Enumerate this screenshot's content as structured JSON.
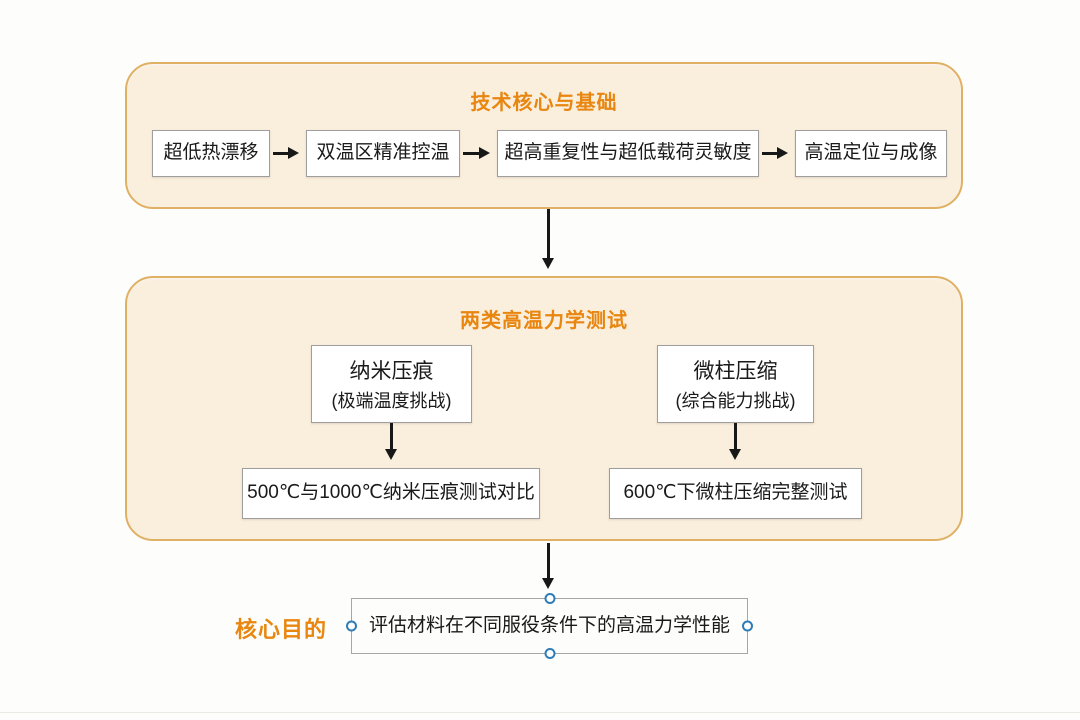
{
  "panel1": {
    "title": "技术核心与基础",
    "steps": [
      "超低热漂移",
      "双温区精准控温",
      "超高重复性与超低载荷灵敏度",
      "高温定位与成像"
    ]
  },
  "panel2": {
    "title": "两类高温力学测试",
    "branches": [
      {
        "title": "纳米压痕",
        "subtitle": "(极端温度挑战)",
        "result": "500℃与1000℃纳米压痕测试对比"
      },
      {
        "title": "微柱压缩",
        "subtitle": "(综合能力挑战)",
        "result": "600℃下微柱压缩完整测试"
      }
    ]
  },
  "footer": {
    "label": "核心目的",
    "goal": "评估材料在不同服役条件下的高温力学性能"
  },
  "colors": {
    "panel_background": "#faeedd",
    "panel_border": "#e0b164",
    "accent_orange": "#e8860f",
    "node_border": "#9e9e9e",
    "arrow": "#171717",
    "selection_handle_blue": "#2e7cb8"
  }
}
